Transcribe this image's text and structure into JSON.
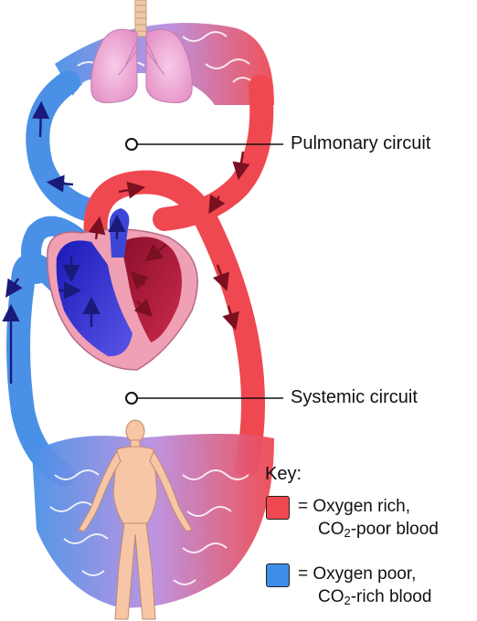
{
  "labels": {
    "pulmonary": "Pulmonary circuit",
    "systemic": "Systemic circuit"
  },
  "key": {
    "title": "Key:",
    "items": [
      {
        "line1": "= Oxygen rich,",
        "line2_prefix": "CO",
        "line2_sub": "2",
        "line2_suffix": "-poor blood",
        "color": "#ef4850"
      },
      {
        "line1": "= Oxygen poor,",
        "line2_prefix": "CO",
        "line2_sub": "2",
        "line2_suffix": "-rich blood",
        "color": "#3d8ee8"
      }
    ]
  },
  "colors": {
    "oxygen_rich": "#ef4850",
    "oxygen_poor": "#4a90e6",
    "lungs": "#eeaed6",
    "heart_muscle": "#efa0b4",
    "heart_left": "#b01c3a",
    "heart_right": "#2c2fd0",
    "body": "#f7c6a6",
    "arrow": "#1a1a7a"
  }
}
